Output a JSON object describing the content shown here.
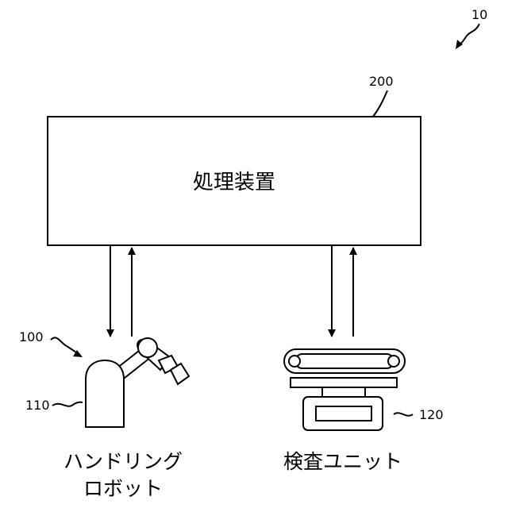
{
  "figure": {
    "system_ref": "10",
    "processing_device": {
      "ref": "200",
      "label": "処理装置"
    },
    "handling_robot": {
      "ref": "100",
      "base_ref": "110",
      "label_line1": "ハンドリング",
      "label_line2": "ロボット"
    },
    "inspection_unit": {
      "ref": "120",
      "label": "検査ユニット"
    }
  }
}
